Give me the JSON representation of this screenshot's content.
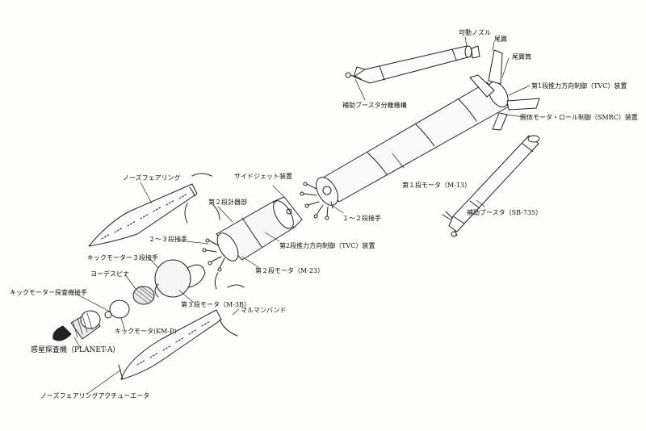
{
  "labels": {
    "movable_nozzle": "可動ノズル",
    "tail_fin": "尾翼",
    "tail_fin_tube": "尾翼筒",
    "booster_separation": "補助ブースタ分離機構",
    "first_stage_tvc": "第1段推力方向制御（TVC）装置",
    "smrc": "固体モータ・ロール制御（SMRC）装置",
    "nose_fairing": "ノーズフェアリング",
    "side_jet": "サイドジェット装置",
    "first_stage_motor": "第１段モータ（M-13）",
    "stage2_instrument": "第２段計器部",
    "interstage_12": "１～２段接手",
    "booster": "補助ブースタ（SB-735）",
    "interstage_23": "２～３段接手",
    "second_stage_tvc": "第2段推力方向制御（TVC）装置",
    "kick_motor_stage3_joint": "キックモーター３段接手",
    "second_stage_motor": "第２段モータ（M-23）",
    "yo_despinner": "ヨーデスピナ",
    "kick_motor_probe_joint": "キックモーター探査機接手",
    "third_stage_motor": "第３段モータ（M-3B）",
    "marman_band": "マルマンバンド",
    "kick_motor": "キックモータ(KM-P)",
    "probe": "惑星探査機（PLANET-A）",
    "fairing_actuator": "ノーズフェアリングアクチューエータ"
  }
}
